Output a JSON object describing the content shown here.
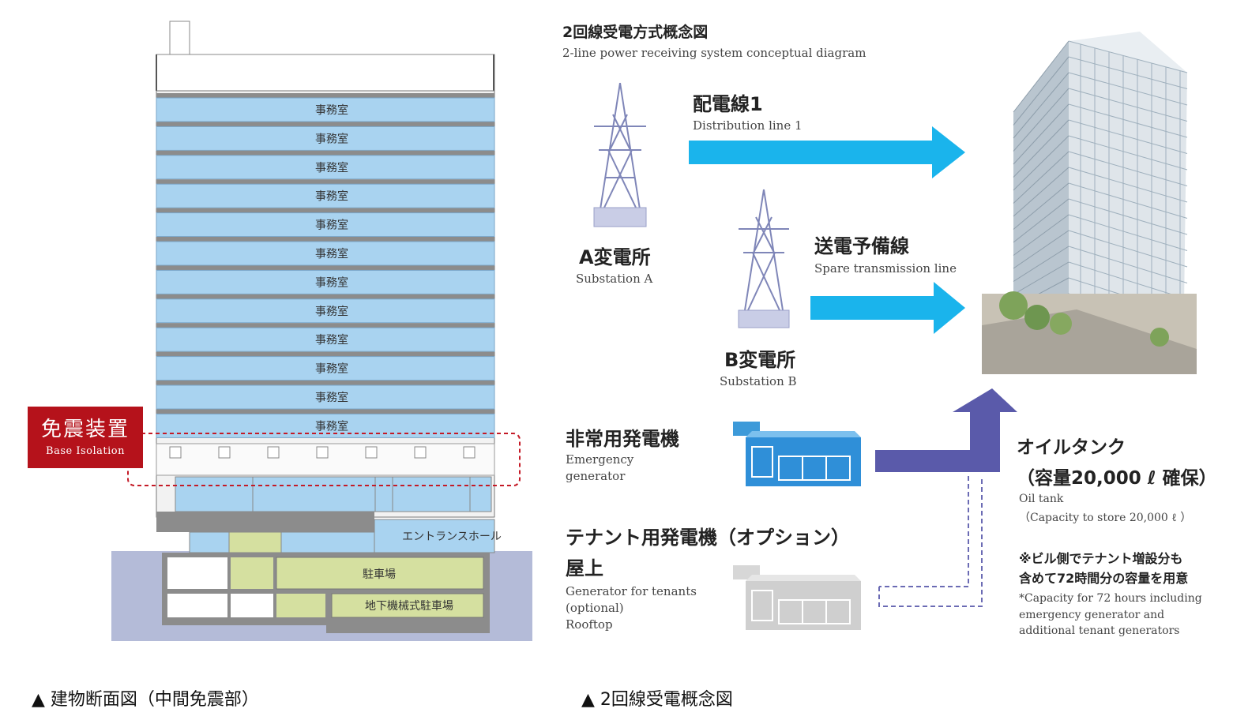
{
  "left_section": {
    "office_label": "事務室",
    "floors": [
      "事務室",
      "事務室",
      "事務室",
      "事務室",
      "事務室",
      "事務室",
      "事務室",
      "事務室",
      "事務室",
      "事務室",
      "事務室",
      "事務室"
    ],
    "isolation_badge": {
      "jp": "免震装置",
      "en": "Base Isolation"
    },
    "entrance_hall": "エントランスホール",
    "parking": "駐車場",
    "mechanical_parking": "地下機械式駐車場"
  },
  "right_diagram": {
    "title_jp": "2回線受電方式概念図",
    "title_en": "2-line power receiving system conceptual diagram",
    "distribution_line": {
      "jp": "配電線1",
      "en": "Distribution line 1"
    },
    "spare_line": {
      "jp": "送電予備線",
      "en": "Spare transmission line"
    },
    "substation_a": {
      "jp": "A変電所",
      "en": "Substation A"
    },
    "substation_b": {
      "jp": "B変電所",
      "en": "Substation B"
    },
    "emergency_generator": {
      "jp": "非常用発電機",
      "en_line1": "Emergency",
      "en_line2": "generator"
    },
    "tenant_generator": {
      "jp_line1": "テナント用発電機（オプション）",
      "jp_line2": "屋上",
      "en_line1": "Generator for tenants",
      "en_line2": "(optional)",
      "en_line3": "Rooftop"
    },
    "oil_tank": {
      "jp_line1": "オイルタンク",
      "jp_line2": "（容量20,000 ℓ 確保）",
      "en_line1": "Oil tank",
      "en_line2": "（Capacity to store 20,000 ℓ ）"
    },
    "note": {
      "jp_line1": "※ビル側でテナント増設分も",
      "jp_line2": "含めて72時間分の容量を用意",
      "en_line1": "*Capacity for 72 hours including",
      "en_line2": "emergency generator and",
      "en_line3": "additional tenant generators"
    }
  },
  "captions": {
    "left": "▲  建物断面図（中間免震部）",
    "right": "▲  2回線受電概念図"
  },
  "colors": {
    "office_blue": "#a9d3f0",
    "parking_green": "#d5e0a0",
    "ground": "#b4bbd8",
    "badge_red": "#b5121b",
    "arrow_cyan": "#1ab4ec",
    "arrow_purple": "#5a5aaa",
    "generator_blue": "#2f8fd8"
  }
}
